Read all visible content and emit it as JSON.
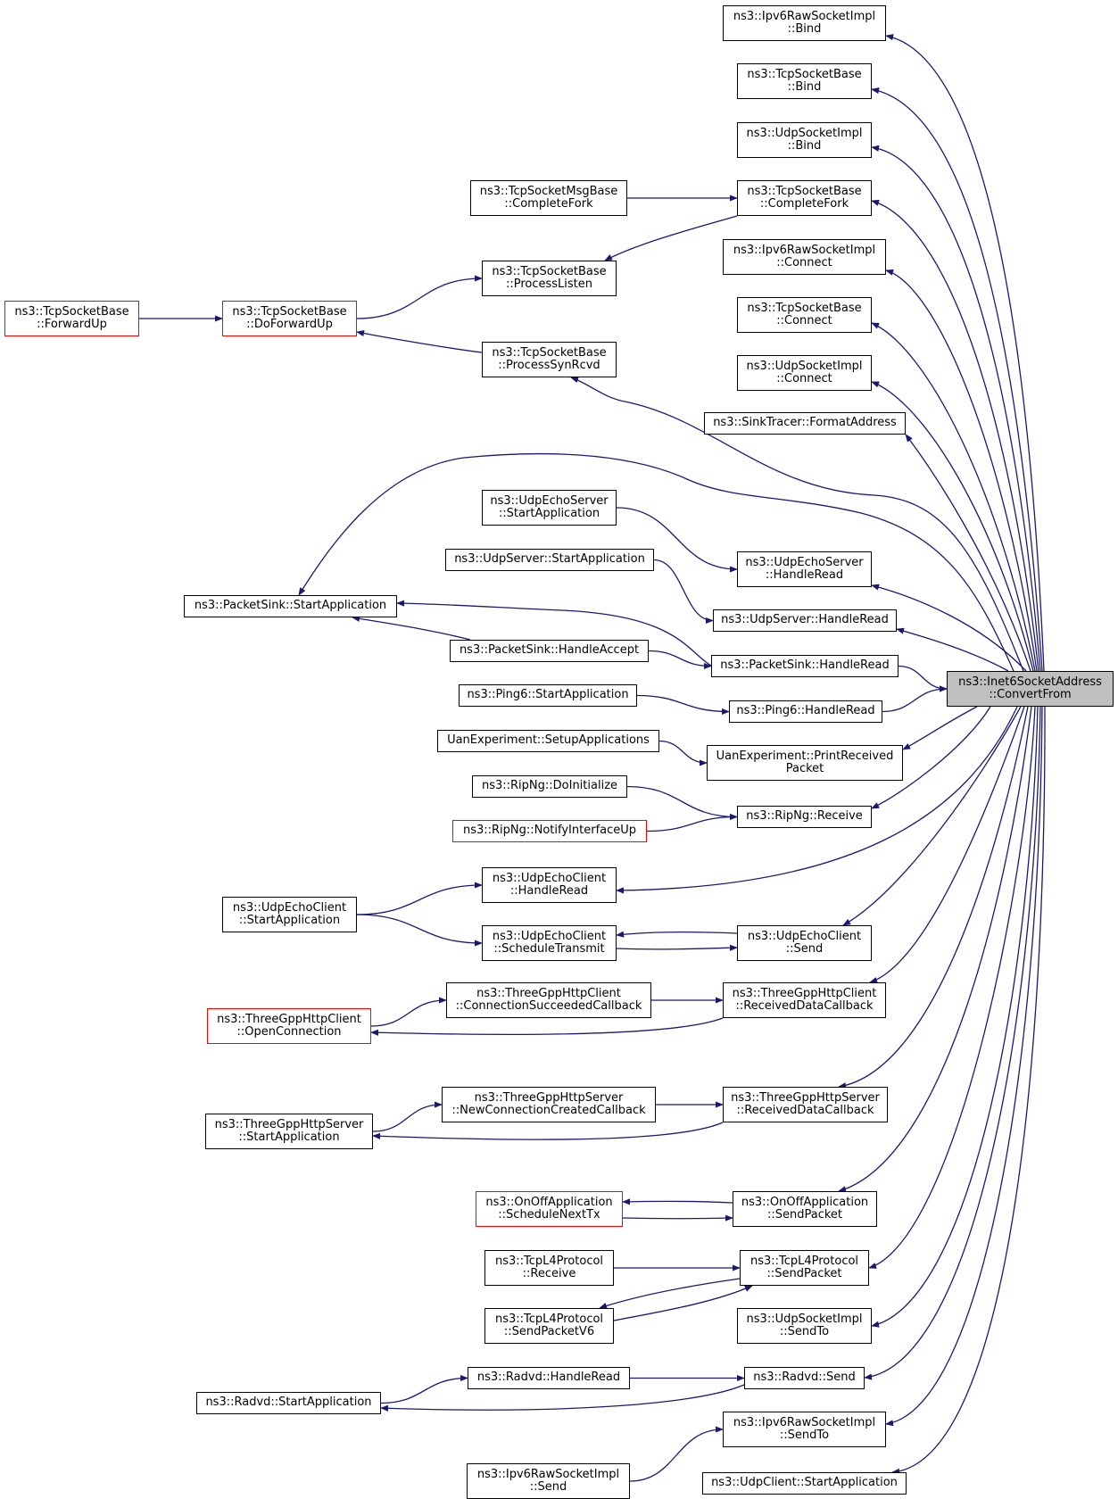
{
  "graph": {
    "edge_color": "#191970",
    "focus_fill": "#bfbfbf",
    "highlight_border": "#ff0000",
    "nodes": [
      {
        "id": "target",
        "lines": [
          "ns3::Inet6SocketAddress",
          "::ConvertFrom"
        ],
        "style": "focus"
      },
      {
        "id": "ipv6raw_bind",
        "lines": [
          "ns3::Ipv6RawSocketImpl",
          "::Bind"
        ]
      },
      {
        "id": "tcpbase_bind",
        "lines": [
          "ns3::TcpSocketBase",
          "::Bind"
        ]
      },
      {
        "id": "udpimpl_bind",
        "lines": [
          "ns3::UdpSocketImpl",
          "::Bind"
        ]
      },
      {
        "id": "tcpbase_completefork",
        "lines": [
          "ns3::TcpSocketBase",
          "::CompleteFork"
        ]
      },
      {
        "id": "tcpmsg_completefork",
        "lines": [
          "ns3::TcpSocketMsgBase",
          "::CompleteFork"
        ]
      },
      {
        "id": "tcpbase_processlisten",
        "lines": [
          "ns3::TcpSocketBase",
          "::ProcessListen"
        ]
      },
      {
        "id": "tcpbase_doforwardup",
        "lines": [
          "ns3::TcpSocketBase",
          "::DoForwardUp"
        ],
        "style": "red"
      },
      {
        "id": "tcpbase_forwardup",
        "lines": [
          "ns3::TcpSocketBase",
          "::ForwardUp"
        ],
        "style": "red"
      },
      {
        "id": "tcpbase_processsynrcvd",
        "lines": [
          "ns3::TcpSocketBase",
          "::ProcessSynRcvd"
        ]
      },
      {
        "id": "ipv6raw_connect",
        "lines": [
          "ns3::Ipv6RawSocketImpl",
          "::Connect"
        ]
      },
      {
        "id": "tcpbase_connect",
        "lines": [
          "ns3::TcpSocketBase",
          "::Connect"
        ]
      },
      {
        "id": "udpimpl_connect",
        "lines": [
          "ns3::UdpSocketImpl",
          "::Connect"
        ]
      },
      {
        "id": "sinktracer_formataddress",
        "lines": [
          "ns3::SinkTracer::FormatAddress"
        ]
      },
      {
        "id": "packetsink_startapp",
        "lines": [
          "ns3::PacketSink::StartApplication"
        ]
      },
      {
        "id": "udpechoserver_startapp",
        "lines": [
          "ns3::UdpEchoServer",
          "::StartApplication"
        ]
      },
      {
        "id": "udpechoserver_handleread",
        "lines": [
          "ns3::UdpEchoServer",
          "::HandleRead"
        ]
      },
      {
        "id": "udpserver_startapp",
        "lines": [
          "ns3::UdpServer::StartApplication"
        ]
      },
      {
        "id": "udpserver_handleread",
        "lines": [
          "ns3::UdpServer::HandleRead"
        ]
      },
      {
        "id": "packetsink_handleaccept",
        "lines": [
          "ns3::PacketSink::HandleAccept"
        ]
      },
      {
        "id": "packetsink_handleread",
        "lines": [
          "ns3::PacketSink::HandleRead"
        ]
      },
      {
        "id": "ping6_startapp",
        "lines": [
          "ns3::Ping6::StartApplication"
        ]
      },
      {
        "id": "ping6_handleread",
        "lines": [
          "ns3::Ping6::HandleRead"
        ]
      },
      {
        "id": "uan_setupapps",
        "lines": [
          "UanExperiment::SetupApplications"
        ]
      },
      {
        "id": "uan_printreceived",
        "lines": [
          "UanExperiment::PrintReceived",
          "Packet"
        ]
      },
      {
        "id": "ripng_doinitialize",
        "lines": [
          "ns3::RipNg::DoInitialize"
        ]
      },
      {
        "id": "ripng_notifyifup",
        "lines": [
          "ns3::RipNg::NotifyInterfaceUp"
        ],
        "style": "red"
      },
      {
        "id": "ripng_receive",
        "lines": [
          "ns3::RipNg::Receive"
        ]
      },
      {
        "id": "udpechoclient_handleread",
        "lines": [
          "ns3::UdpEchoClient",
          "::HandleRead"
        ]
      },
      {
        "id": "udpechoclient_startapp",
        "lines": [
          "ns3::UdpEchoClient",
          "::StartApplication"
        ]
      },
      {
        "id": "udpechoclient_scheduletransmit",
        "lines": [
          "ns3::UdpEchoClient",
          "::ScheduleTransmit"
        ]
      },
      {
        "id": "udpechoclient_send",
        "lines": [
          "ns3::UdpEchoClient",
          "::Send"
        ]
      },
      {
        "id": "http_client_connsucceeded",
        "lines": [
          "ns3::ThreeGppHttpClient",
          "::ConnectionSucceededCallback"
        ]
      },
      {
        "id": "http_client_openconn",
        "lines": [
          "ns3::ThreeGppHttpClient",
          "::OpenConnection"
        ],
        "style": "red"
      },
      {
        "id": "http_client_receiveddata",
        "lines": [
          "ns3::ThreeGppHttpClient",
          "::ReceivedDataCallback"
        ]
      },
      {
        "id": "http_server_newconn",
        "lines": [
          "ns3::ThreeGppHttpServer",
          "::NewConnectionCreatedCallback"
        ]
      },
      {
        "id": "http_server_startapp",
        "lines": [
          "ns3::ThreeGppHttpServer",
          "::StartApplication"
        ]
      },
      {
        "id": "http_server_receiveddata",
        "lines": [
          "ns3::ThreeGppHttpServer",
          "::ReceivedDataCallback"
        ]
      },
      {
        "id": "onoff_schedulenexttx",
        "lines": [
          "ns3::OnOffApplication",
          "::ScheduleNextTx"
        ],
        "style": "red"
      },
      {
        "id": "onoff_sendpacket",
        "lines": [
          "ns3::OnOffApplication",
          "::SendPacket"
        ]
      },
      {
        "id": "tcpl4_receive",
        "lines": [
          "ns3::TcpL4Protocol",
          "::Receive"
        ]
      },
      {
        "id": "tcpl4_sendpacket",
        "lines": [
          "ns3::TcpL4Protocol",
          "::SendPacket"
        ]
      },
      {
        "id": "tcpl4_sendpacketv6",
        "lines": [
          "ns3::TcpL4Protocol",
          "::SendPacketV6"
        ]
      },
      {
        "id": "udpimpl_sendto",
        "lines": [
          "ns3::UdpSocketImpl",
          "::SendTo"
        ]
      },
      {
        "id": "radvd_handleread",
        "lines": [
          "ns3::Radvd::HandleRead"
        ]
      },
      {
        "id": "radvd_startapp",
        "lines": [
          "ns3::Radvd::StartApplication"
        ]
      },
      {
        "id": "radvd_send",
        "lines": [
          "ns3::Radvd::Send"
        ]
      },
      {
        "id": "ipv6raw_sendto",
        "lines": [
          "ns3::Ipv6RawSocketImpl",
          "::SendTo"
        ]
      },
      {
        "id": "ipv6raw_send",
        "lines": [
          "ns3::Ipv6RawSocketImpl",
          "::Send"
        ]
      },
      {
        "id": "udpclient_startapp",
        "lines": [
          "ns3::UdpClient::StartApplication"
        ]
      }
    ],
    "edges": [
      {
        "from": "target",
        "to": "ipv6raw_bind"
      },
      {
        "from": "target",
        "to": "tcpbase_bind"
      },
      {
        "from": "target",
        "to": "udpimpl_bind"
      },
      {
        "from": "target",
        "to": "tcpbase_completefork"
      },
      {
        "from": "tcpbase_completefork",
        "to": "tcpmsg_completefork"
      },
      {
        "from": "tcpbase_completefork",
        "to": "tcpbase_processlisten"
      },
      {
        "from": "tcpbase_processlisten",
        "to": "tcpbase_doforwardup"
      },
      {
        "from": "tcpbase_doforwardup",
        "to": "tcpbase_forwardup"
      },
      {
        "from": "tcpbase_processsynrcvd",
        "to": "tcpbase_doforwardup"
      },
      {
        "from": "target",
        "to": "ipv6raw_connect"
      },
      {
        "from": "target",
        "to": "tcpbase_connect"
      },
      {
        "from": "target",
        "to": "udpimpl_connect"
      },
      {
        "from": "target",
        "to": "sinktracer_formataddress"
      },
      {
        "from": "target",
        "to": "tcpbase_processsynrcvd"
      },
      {
        "from": "target",
        "to": "packetsink_startapp"
      },
      {
        "from": "target",
        "to": "udpechoserver_handleread"
      },
      {
        "from": "udpechoserver_handleread",
        "to": "udpechoserver_startapp"
      },
      {
        "from": "target",
        "to": "udpserver_handleread"
      },
      {
        "from": "udpserver_handleread",
        "to": "udpserver_startapp"
      },
      {
        "from": "target",
        "to": "packetsink_handleread"
      },
      {
        "from": "packetsink_handleread",
        "to": "packetsink_startapp"
      },
      {
        "from": "packetsink_handleread",
        "to": "packetsink_handleaccept"
      },
      {
        "from": "packetsink_handleaccept",
        "to": "packetsink_startapp"
      },
      {
        "from": "target",
        "to": "ping6_handleread"
      },
      {
        "from": "ping6_handleread",
        "to": "ping6_startapp"
      },
      {
        "from": "target",
        "to": "uan_printreceived"
      },
      {
        "from": "uan_printreceived",
        "to": "uan_setupapps"
      },
      {
        "from": "target",
        "to": "ripng_receive"
      },
      {
        "from": "ripng_receive",
        "to": "ripng_doinitialize"
      },
      {
        "from": "ripng_receive",
        "to": "ripng_notifyifup"
      },
      {
        "from": "target",
        "to": "udpechoclient_handleread"
      },
      {
        "from": "udpechoclient_handleread",
        "to": "udpechoclient_startapp"
      },
      {
        "from": "target",
        "to": "udpechoclient_send"
      },
      {
        "from": "udpechoclient_send",
        "to": "udpechoclient_scheduletransmit"
      },
      {
        "from": "udpechoclient_scheduletransmit",
        "to": "udpechoclient_startapp"
      },
      {
        "from": "udpechoclient_scheduletransmit",
        "to": "udpechoclient_send"
      },
      {
        "from": "target",
        "to": "http_client_receiveddata"
      },
      {
        "from": "http_client_receiveddata",
        "to": "http_client_connsucceeded"
      },
      {
        "from": "http_client_receiveddata",
        "to": "http_client_openconn"
      },
      {
        "from": "http_client_connsucceeded",
        "to": "http_client_openconn"
      },
      {
        "from": "target",
        "to": "http_server_receiveddata"
      },
      {
        "from": "http_server_receiveddata",
        "to": "http_server_newconn"
      },
      {
        "from": "http_server_receiveddata",
        "to": "http_server_startapp"
      },
      {
        "from": "http_server_newconn",
        "to": "http_server_startapp"
      },
      {
        "from": "target",
        "to": "onoff_sendpacket"
      },
      {
        "from": "onoff_sendpacket",
        "to": "onoff_schedulenexttx"
      },
      {
        "from": "onoff_schedulenexttx",
        "to": "onoff_sendpacket"
      },
      {
        "from": "target",
        "to": "tcpl4_sendpacket"
      },
      {
        "from": "tcpl4_sendpacket",
        "to": "tcpl4_receive"
      },
      {
        "from": "tcpl4_sendpacket",
        "to": "tcpl4_sendpacketv6"
      },
      {
        "from": "tcpl4_sendpacketv6",
        "to": "tcpl4_sendpacket"
      },
      {
        "from": "target",
        "to": "udpimpl_sendto"
      },
      {
        "from": "target",
        "to": "radvd_send"
      },
      {
        "from": "radvd_send",
        "to": "radvd_handleread"
      },
      {
        "from": "radvd_send",
        "to": "radvd_startapp"
      },
      {
        "from": "radvd_handleread",
        "to": "radvd_startapp"
      },
      {
        "from": "target",
        "to": "ipv6raw_sendto"
      },
      {
        "from": "ipv6raw_sendto",
        "to": "ipv6raw_send"
      },
      {
        "from": "target",
        "to": "udpclient_startapp"
      }
    ]
  }
}
